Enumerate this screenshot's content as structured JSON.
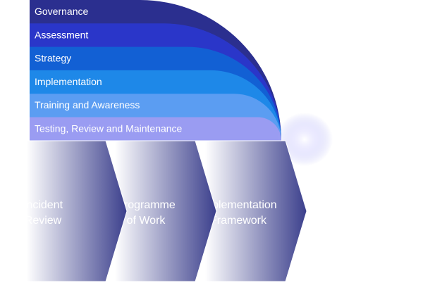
{
  "bands": [
    {
      "label": "Governance",
      "color": "#2b2f8f"
    },
    {
      "label": "Assessment",
      "color": "#2a36c9"
    },
    {
      "label": "Strategy",
      "color": "#1260d4"
    },
    {
      "label": "Implementation",
      "color": "#1e88e8"
    },
    {
      "label": "Training and Awareness",
      "color": "#5b9df2"
    },
    {
      "label": "Testing, Review and Maintenance",
      "color": "#9a9cf2"
    }
  ],
  "chevrons": [
    {
      "lines": [
        "Incident",
        "Review"
      ]
    },
    {
      "lines": [
        "Programme",
        "of Work"
      ]
    },
    {
      "lines": [
        "Implementation",
        "Framework"
      ]
    }
  ],
  "colors": {
    "chevron_light": "#ffffff",
    "chevron_dark": "#3b3f8c"
  }
}
